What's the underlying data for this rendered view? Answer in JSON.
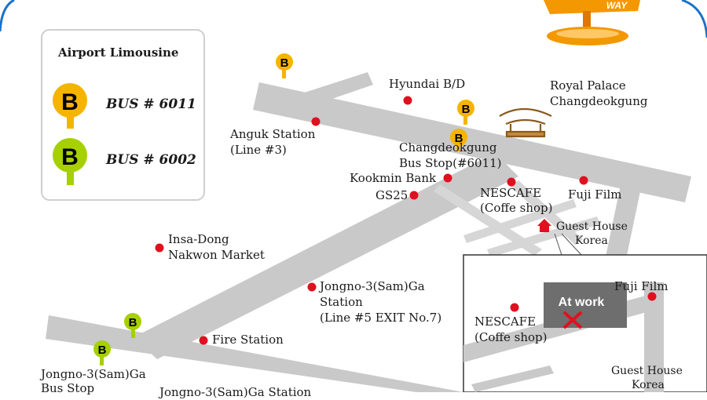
{
  "legend": {
    "title": "Airport Limousine",
    "items": [
      {
        "label": "BUS # 6011",
        "color": "#f5b400"
      },
      {
        "label": "BUS # 6002",
        "color": "#a6d000"
      }
    ]
  },
  "bus_marker_letter": "B",
  "sign_text": "WAY",
  "labels": {
    "hyundai": "Hyundai B/D",
    "royal_palace_1": "Royal Palace",
    "royal_palace_2": "Changdeokgung",
    "anguk_1": "Anguk Station",
    "anguk_2": "(Line #3)",
    "changdeok_stop_1": "Changdeokgung",
    "changdeok_stop_2": "Bus Stop(#6011)",
    "kookmin": "Kookmin Bank",
    "gs25": "GS25",
    "nescafe_1": "NESCAFE",
    "nescafe_2": "(Coffe shop)",
    "fuji": "Fuji Film",
    "guesthouse_1": "Guest House",
    "guesthouse_2": "Korea",
    "insadong_1": "Insa-Dong",
    "insadong_2": "Nakwon Market",
    "jongno_station_1": "Jongno-3(Sam)Ga",
    "jongno_station_2": "Station",
    "jongno_station_3": "(Line #5 EXIT No.7)",
    "fire_station": "Fire Station",
    "jongno_stop_1": "Jongno-3(Sam)Ga",
    "jongno_stop_2": "Bus Stop",
    "bottom_cut": "Jongno-3(Sam)Ga Station"
  },
  "inset": {
    "at_work": "At work",
    "fuji": "Fuji Film",
    "nescafe_1": "NESCAFE",
    "nescafe_2": "(Coffe shop)",
    "guesthouse_1": "Guest House",
    "guesthouse_2": "Korea"
  },
  "colors": {
    "road": "#c9c9ca",
    "poi_dot": "#e0101e",
    "frame": "#1a73c8",
    "bus_6011": "#f5b400",
    "bus_6002": "#a6d000",
    "sign": "#f39800"
  }
}
